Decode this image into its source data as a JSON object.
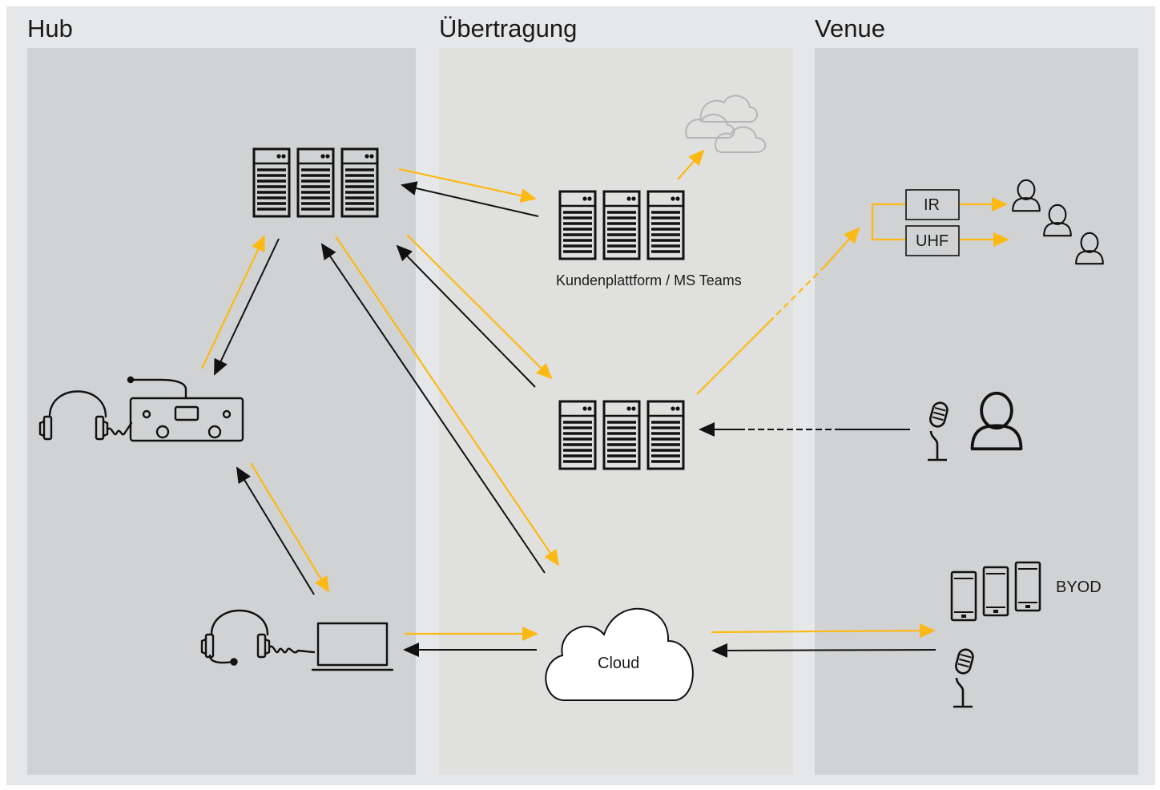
{
  "sections": {
    "hub": "Hub",
    "transmission": "Übertragung",
    "venue": "Venue"
  },
  "labels": {
    "customer_platform": "Kundenplattform / MS Teams",
    "cloud": "Cloud",
    "ir": "IR",
    "uhf": "UHF",
    "byod": "BYOD"
  },
  "colors": {
    "frame": "#e6e7e9",
    "hub_panel": "#d1d2d3",
    "transmission_panel": "#e0e1de",
    "venue_panel": "#d1d2d3",
    "signal_out": "#fdb913",
    "signal_return": "#111111"
  },
  "icons": {
    "hub_server": "server-rack-icon",
    "platform_server": "server-rack-icon",
    "cloud_small": "cloud-cluster-icon",
    "relay_server": "server-rack-icon",
    "console": "interpreter-console-icon",
    "headphones": "headphones-icon",
    "headset": "headset-icon",
    "laptop": "laptop-icon",
    "cloud": "cloud-icon",
    "listeners": "person-icon",
    "speaker": "speaker-person-icon",
    "microphone": "microphone-icon",
    "devices": "smartphone-icon"
  }
}
